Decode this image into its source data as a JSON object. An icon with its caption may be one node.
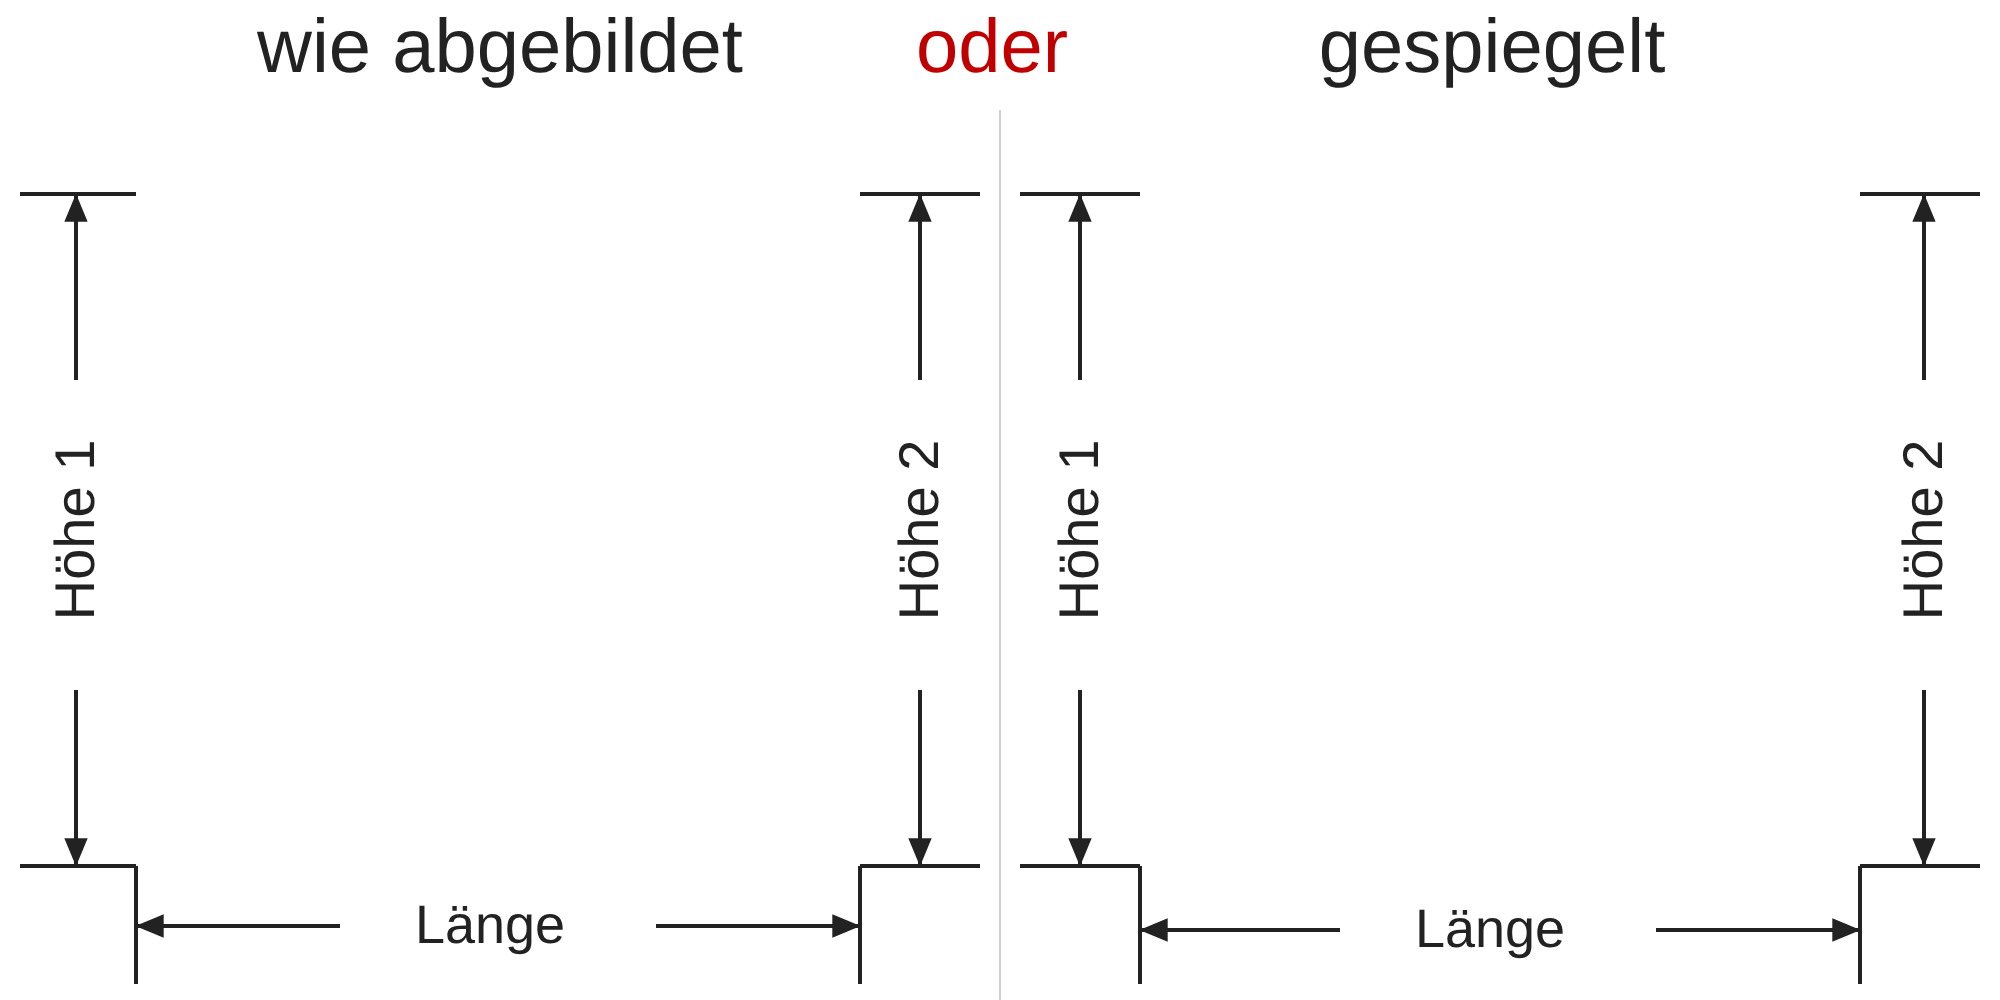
{
  "diagram": {
    "labels": [
      "wie abgebildet",
      "oder",
      "gespiegelt",
      "Höhe 1",
      "Höhe 2",
      "Länge",
      "Höhe 1",
      "Höhe 2",
      "Länge"
    ]
  }
}
